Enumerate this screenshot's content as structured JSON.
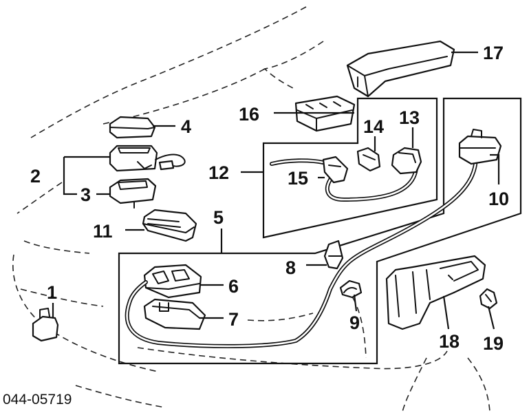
{
  "diagram": {
    "reference_code": "044-05719",
    "callouts": [
      {
        "id": "1",
        "label": "1"
      },
      {
        "id": "2",
        "label": "2"
      },
      {
        "id": "3",
        "label": "3"
      },
      {
        "id": "4",
        "label": "4"
      },
      {
        "id": "5",
        "label": "5"
      },
      {
        "id": "6",
        "label": "6"
      },
      {
        "id": "7",
        "label": "7"
      },
      {
        "id": "8",
        "label": "8"
      },
      {
        "id": "9",
        "label": "9"
      },
      {
        "id": "10",
        "label": "10"
      },
      {
        "id": "11",
        "label": "11"
      },
      {
        "id": "12",
        "label": "12"
      },
      {
        "id": "13",
        "label": "13"
      },
      {
        "id": "14",
        "label": "14"
      },
      {
        "id": "15",
        "label": "15"
      },
      {
        "id": "16",
        "label": "16"
      },
      {
        "id": "17",
        "label": "17"
      },
      {
        "id": "18",
        "label": "18"
      },
      {
        "id": "19",
        "label": "19"
      }
    ],
    "colors": {
      "ink": "#111111",
      "background": "#ffffff"
    }
  }
}
